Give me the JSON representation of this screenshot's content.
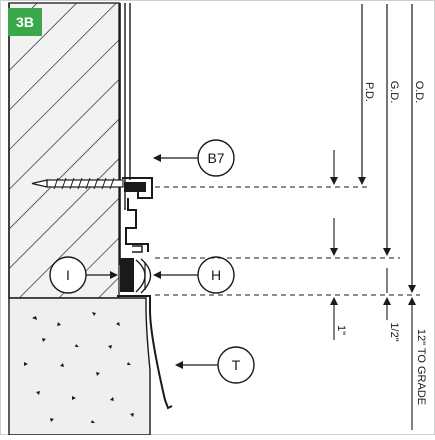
{
  "figure": {
    "badge": {
      "text": "3B",
      "color": "#3aa84a"
    },
    "callouts": {
      "b7": "B7",
      "h": "H",
      "i": "I",
      "t": "T"
    },
    "dimensions": {
      "pd": "P.D.",
      "gd": "G.D.",
      "od": "O.D.",
      "one_inch": "1\"",
      "half_inch": "1/2\"",
      "grade": "12\" TO GRADE"
    },
    "colors": {
      "line": "#1a1a1a",
      "wall_fill": "#f2f2f2",
      "concrete_fill": "#efefef"
    }
  }
}
